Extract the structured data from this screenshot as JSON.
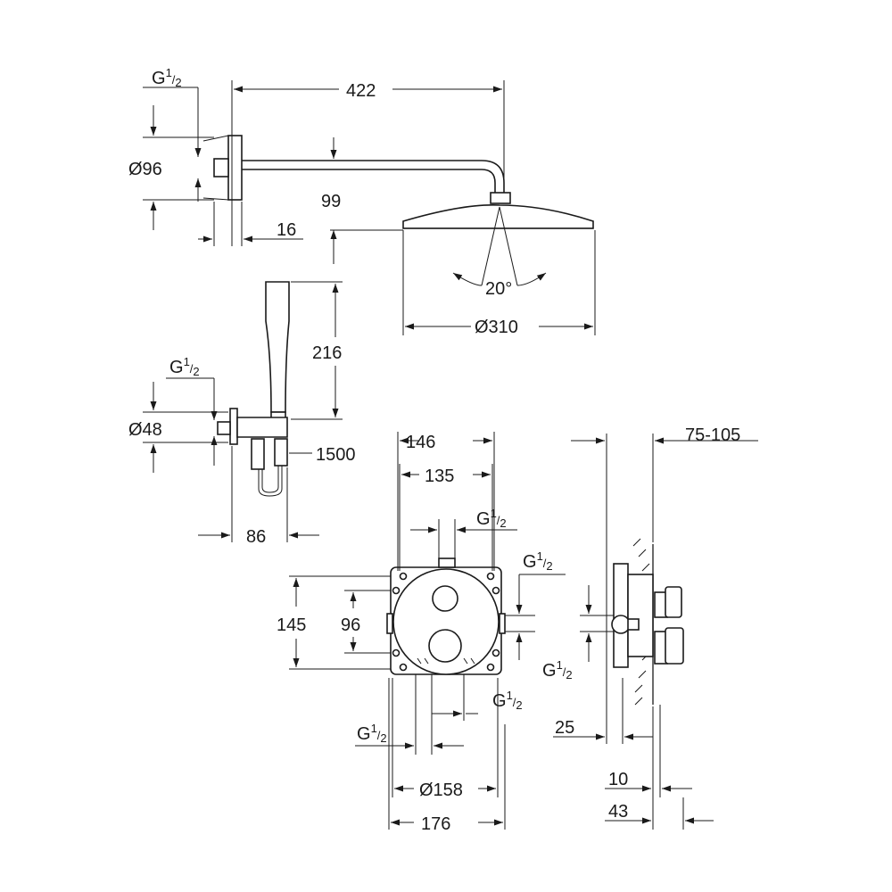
{
  "dims": {
    "g_head": "G",
    "width_422": "422",
    "d96": "Ø96",
    "h99": "99",
    "w16": "16",
    "angle": "20°",
    "d310": "Ø310",
    "h216": "216",
    "g_hand": "G",
    "d48": "Ø48",
    "hose": "1500",
    "w86": "86",
    "w146": "146",
    "w135": "135",
    "g_top": "G",
    "g_right": "G",
    "h145": "145",
    "h96": "96",
    "g_bl": "G",
    "g_br": "G",
    "d158": "Ø158",
    "w176": "176",
    "depth": "75-105",
    "g_side": "G",
    "w25": "25",
    "w10": "10",
    "w43": "43"
  },
  "fraction": {
    "num": "1",
    "den": "2"
  }
}
